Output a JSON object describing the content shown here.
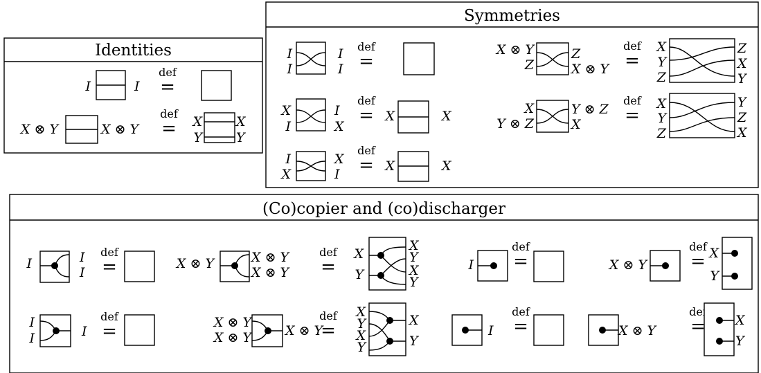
{
  "panels": {
    "identities": {
      "title": "Identities"
    },
    "symmetries": {
      "title": "Symmetries"
    },
    "copiers": {
      "title": "(Co)copier and (co)discharger"
    }
  },
  "symbols": {
    "I": "I",
    "X": "X",
    "Y": "Y",
    "Z": "Z",
    "XY": "X ⊗ Y",
    "YZ": "Y ⊗ Z",
    "def": "def",
    "eq": "="
  }
}
